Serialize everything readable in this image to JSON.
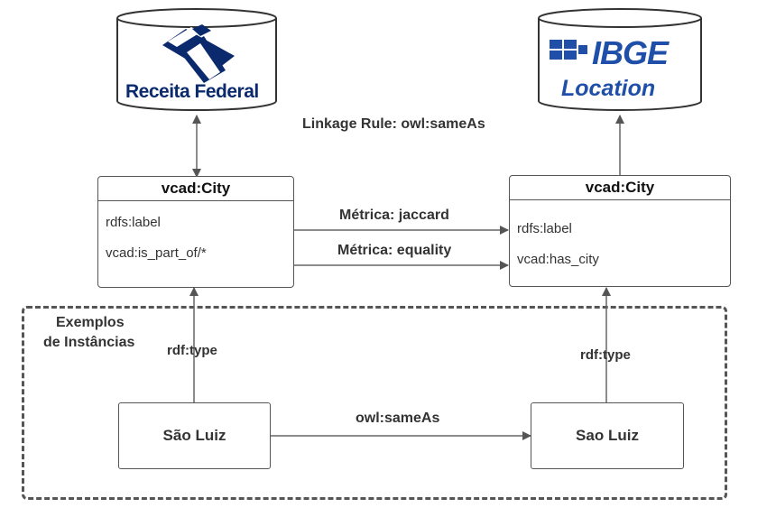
{
  "databases": {
    "left": {
      "logo_text": "Receita Federal",
      "logo_color": "#0b2a6e"
    },
    "right": {
      "logo_text": "IBGE",
      "subtitle": "Location",
      "logo_color": "#1f4fa8"
    }
  },
  "linkage_rule": "Linkage Rule: owl:sameAs",
  "class_left": {
    "title": "vcad:City",
    "rows": [
      "rdfs:label",
      "vcad:is_part_of/*"
    ]
  },
  "class_right": {
    "title": "vcad:City",
    "rows": [
      "rdfs:label",
      "vcad:has_city"
    ]
  },
  "metrics": [
    "Métrica: jaccard",
    "Métrica: equality"
  ],
  "instances_group": {
    "title_line1": "Exemplos",
    "title_line2": "de Instâncias"
  },
  "type_labels": {
    "left": "rdf:type",
    "right": "rdf:type"
  },
  "instances": {
    "left": "São Luiz",
    "right": "Sao Luiz"
  },
  "same_as": "owl:sameAs"
}
